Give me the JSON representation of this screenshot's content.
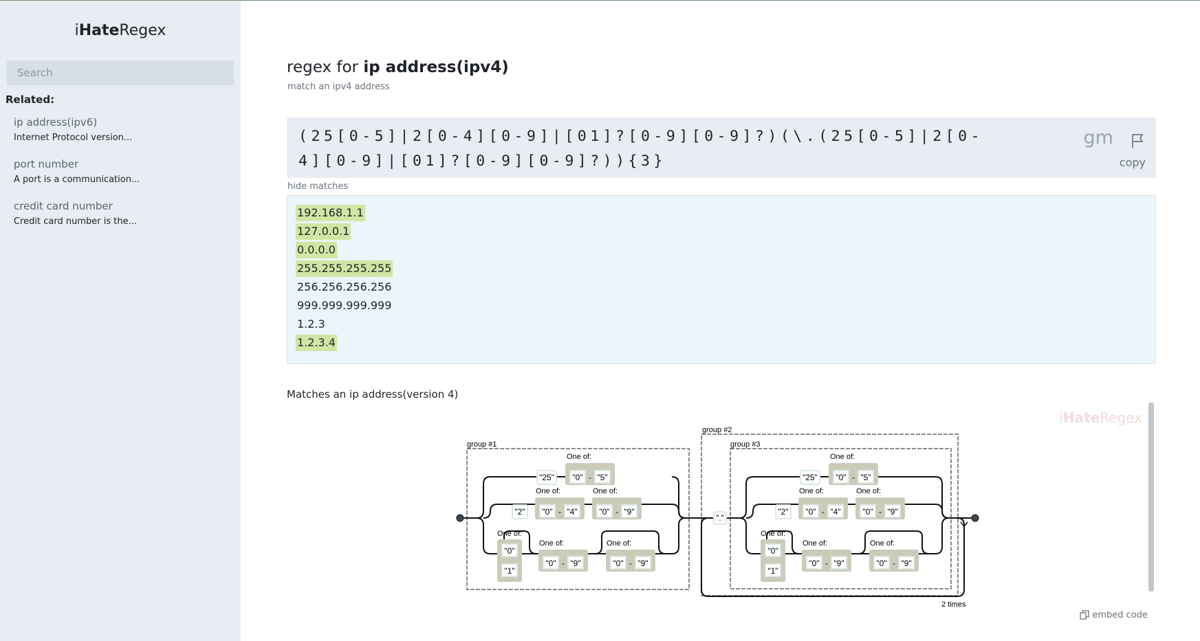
{
  "sidebar": {
    "brand_i": "i",
    "brand_hate": "Hate",
    "brand_regex": "Regex",
    "search_placeholder": "Search",
    "related_label": "Related:",
    "items": [
      {
        "title": "ip address(ipv6)",
        "desc": "Internet Protocol version..."
      },
      {
        "title": "port number",
        "desc": "A port is a communication..."
      },
      {
        "title": "credit card number",
        "desc": "Credit card number is the..."
      }
    ]
  },
  "header": {
    "title_prefix": "regex for ",
    "title_strong": "ip address(ipv4)",
    "subtitle": "match an ipv4 address"
  },
  "regex": {
    "pattern": "(25[0-5]|2[0-4][0-9]|[01]?[0-9][0-9]?)(\\.(25[0-5]|2[0-4][0-9]|[01]?[0-9][0-9]?)){3}",
    "flags": "gm",
    "copy_label": "copy"
  },
  "matches_toggle": "hide matches",
  "tests": [
    {
      "text": "192.168.1.1",
      "match": true
    },
    {
      "text": "127.0.0.1",
      "match": true
    },
    {
      "text": "0.0.0.0",
      "match": true
    },
    {
      "text": "255.255.255.255",
      "match": true
    },
    {
      "text": "256.256.256.256",
      "match": false
    },
    {
      "text": "999.999.999.999",
      "match": false
    },
    {
      "text": "1.2.3",
      "match": false
    },
    {
      "text": "1.2.3.4",
      "match": true
    }
  ],
  "description": "Matches an ip address(version 4)",
  "diagram": {
    "watermark_i": "i",
    "watermark_hate": "Hate",
    "watermark_regex": "Regex",
    "embed_label": "embed code",
    "group1": "group #1",
    "group2": "group #2",
    "group3": "group #3",
    "one_of": "One of:",
    "dot": "\".\"",
    "repeat": "2 times",
    "lit_25": "\"25\"",
    "lit_2": "\"2\"",
    "lit_0": "\"0\"",
    "lit_1": "\"1\"",
    "lit_4": "\"4\"",
    "lit_5": "\"5\"",
    "lit_9": "\"9\"",
    "dash": "-"
  }
}
